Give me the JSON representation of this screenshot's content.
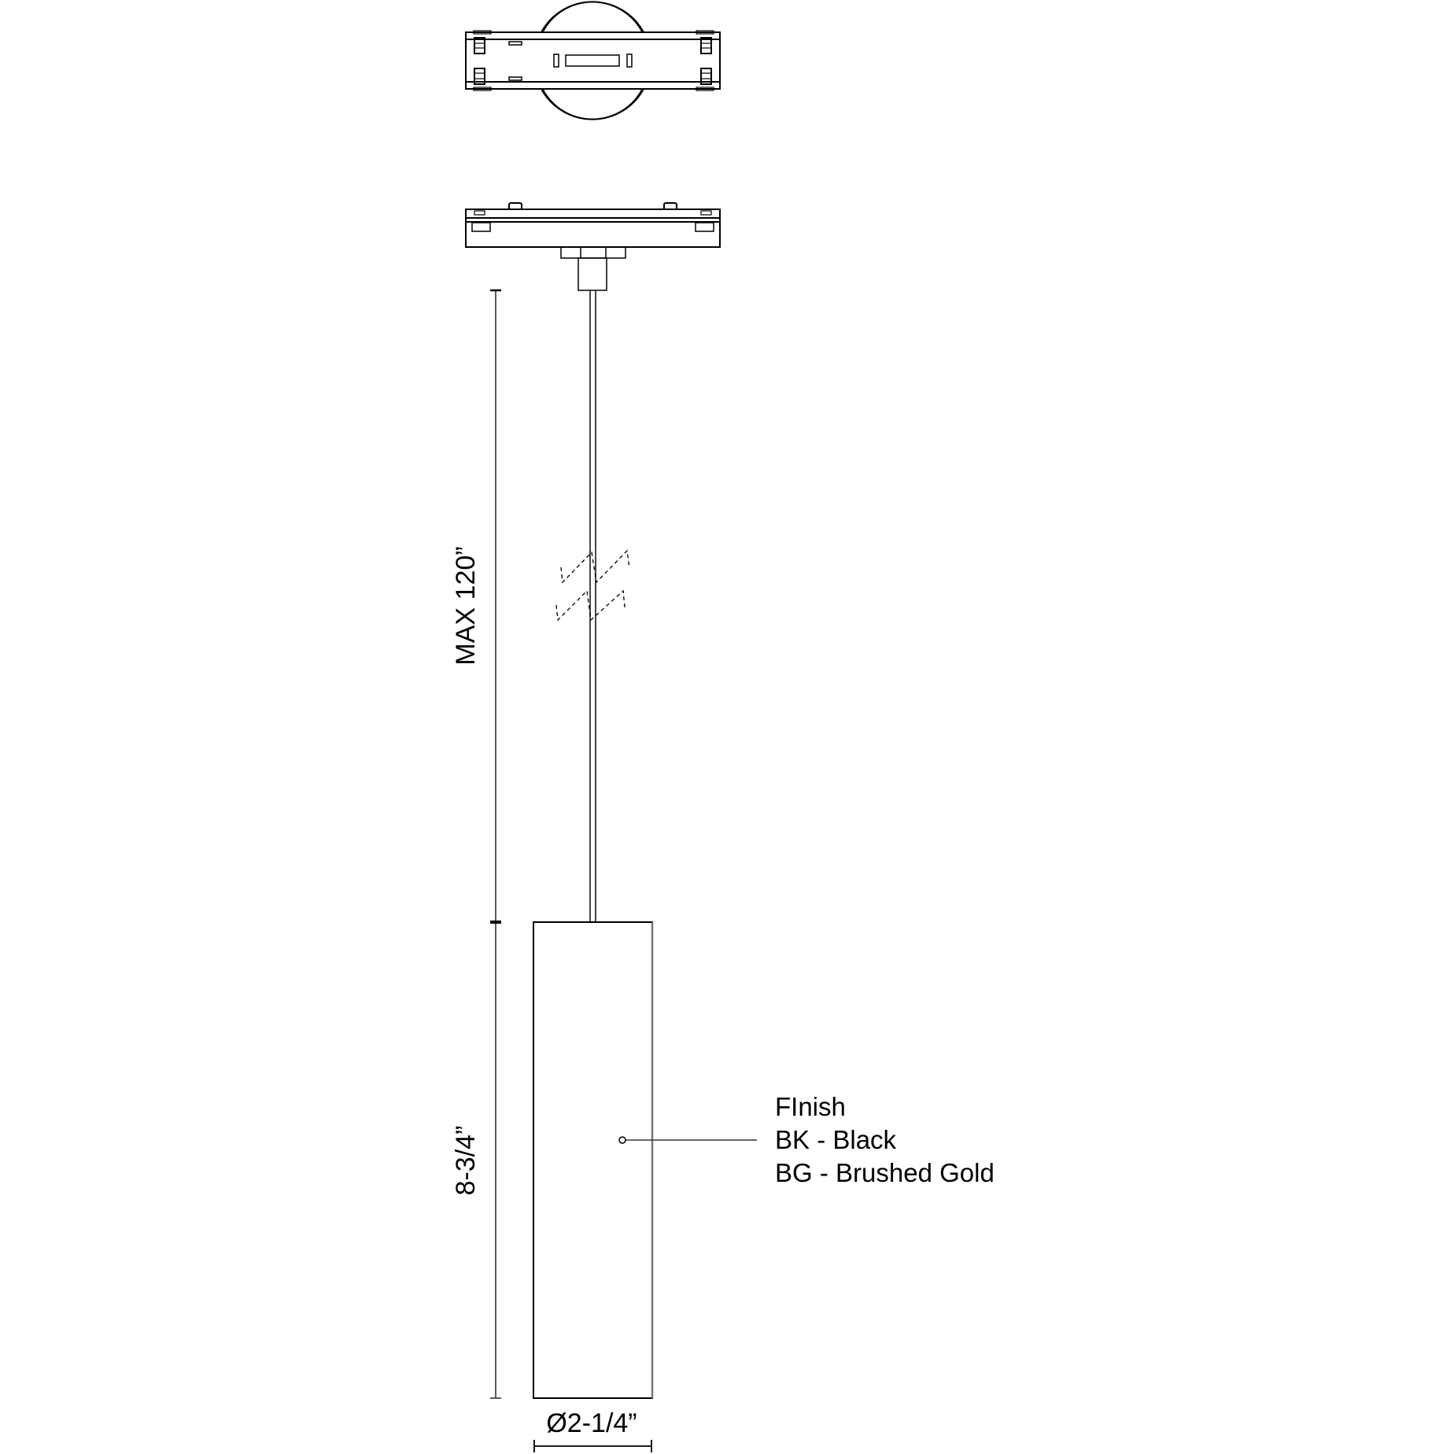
{
  "drawing": {
    "views": [
      "top-view",
      "side-elevation"
    ],
    "dimensions": {
      "cord_length": "MAX 120”",
      "shade_height": "8-3/4”",
      "shade_diameter": "Ø2-1/4”"
    },
    "callout": {
      "title": "FInish",
      "options": [
        {
          "code": "BK",
          "name": "Black",
          "label": "BK - Black"
        },
        {
          "code": "BG",
          "name": "Brushed Gold",
          "label": "BG - Brushed Gold"
        }
      ]
    },
    "colors": {
      "line": "#000000",
      "line_gray": "#555555",
      "background": "#ffffff"
    }
  }
}
